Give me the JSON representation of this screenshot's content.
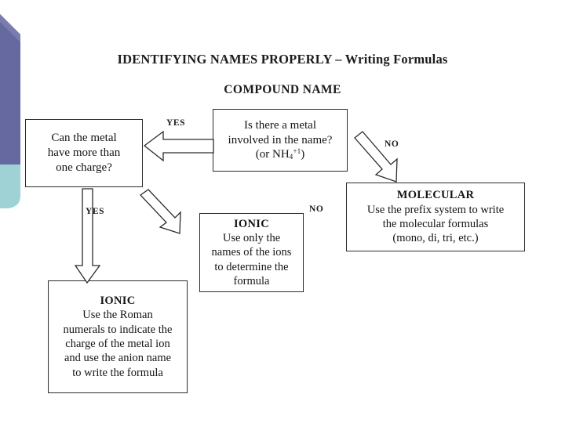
{
  "slide": {
    "title": "IDENTIFYING NAMES PROPERLY – Writing Formulas",
    "subtitle": "COMPOUND NAME",
    "background_color": "#ffffff"
  },
  "decoration": {
    "name": "left-accent-bar",
    "upper_color": "#6668a0",
    "lower_color": "#9ed2d4"
  },
  "flowchart": {
    "boxes": [
      {
        "id": "metal-question",
        "heading": "",
        "lines": [
          "Is there a metal",
          "involved in the name?",
          "(or NH4+1)"
        ]
      },
      {
        "id": "charge-question",
        "heading": "",
        "lines": [
          "Can the metal",
          "have more than",
          "one charge?"
        ]
      },
      {
        "id": "molecular",
        "heading": "MOLECULAR",
        "lines": [
          "Use the prefix system to write",
          "the molecular formulas",
          "(mono, di, tri, etc.)"
        ]
      },
      {
        "id": "ionic-names",
        "heading": "IONIC",
        "lines": [
          "Use only the",
          "names of the ions",
          "to determine the",
          "formula"
        ]
      },
      {
        "id": "ionic-roman",
        "heading": "IONIC",
        "lines": [
          "Use the Roman",
          "numerals to indicate the",
          "charge of the metal ion",
          "and use the anion name",
          "to write the formula"
        ]
      }
    ],
    "labels": {
      "yes_left": "YES",
      "no_right": "NO",
      "yes_down": "YES",
      "no_ionic": "NO"
    },
    "formula": {
      "prefix": "(or NH",
      "subscript": "4",
      "superscript": "+1",
      "suffix": ")"
    }
  }
}
